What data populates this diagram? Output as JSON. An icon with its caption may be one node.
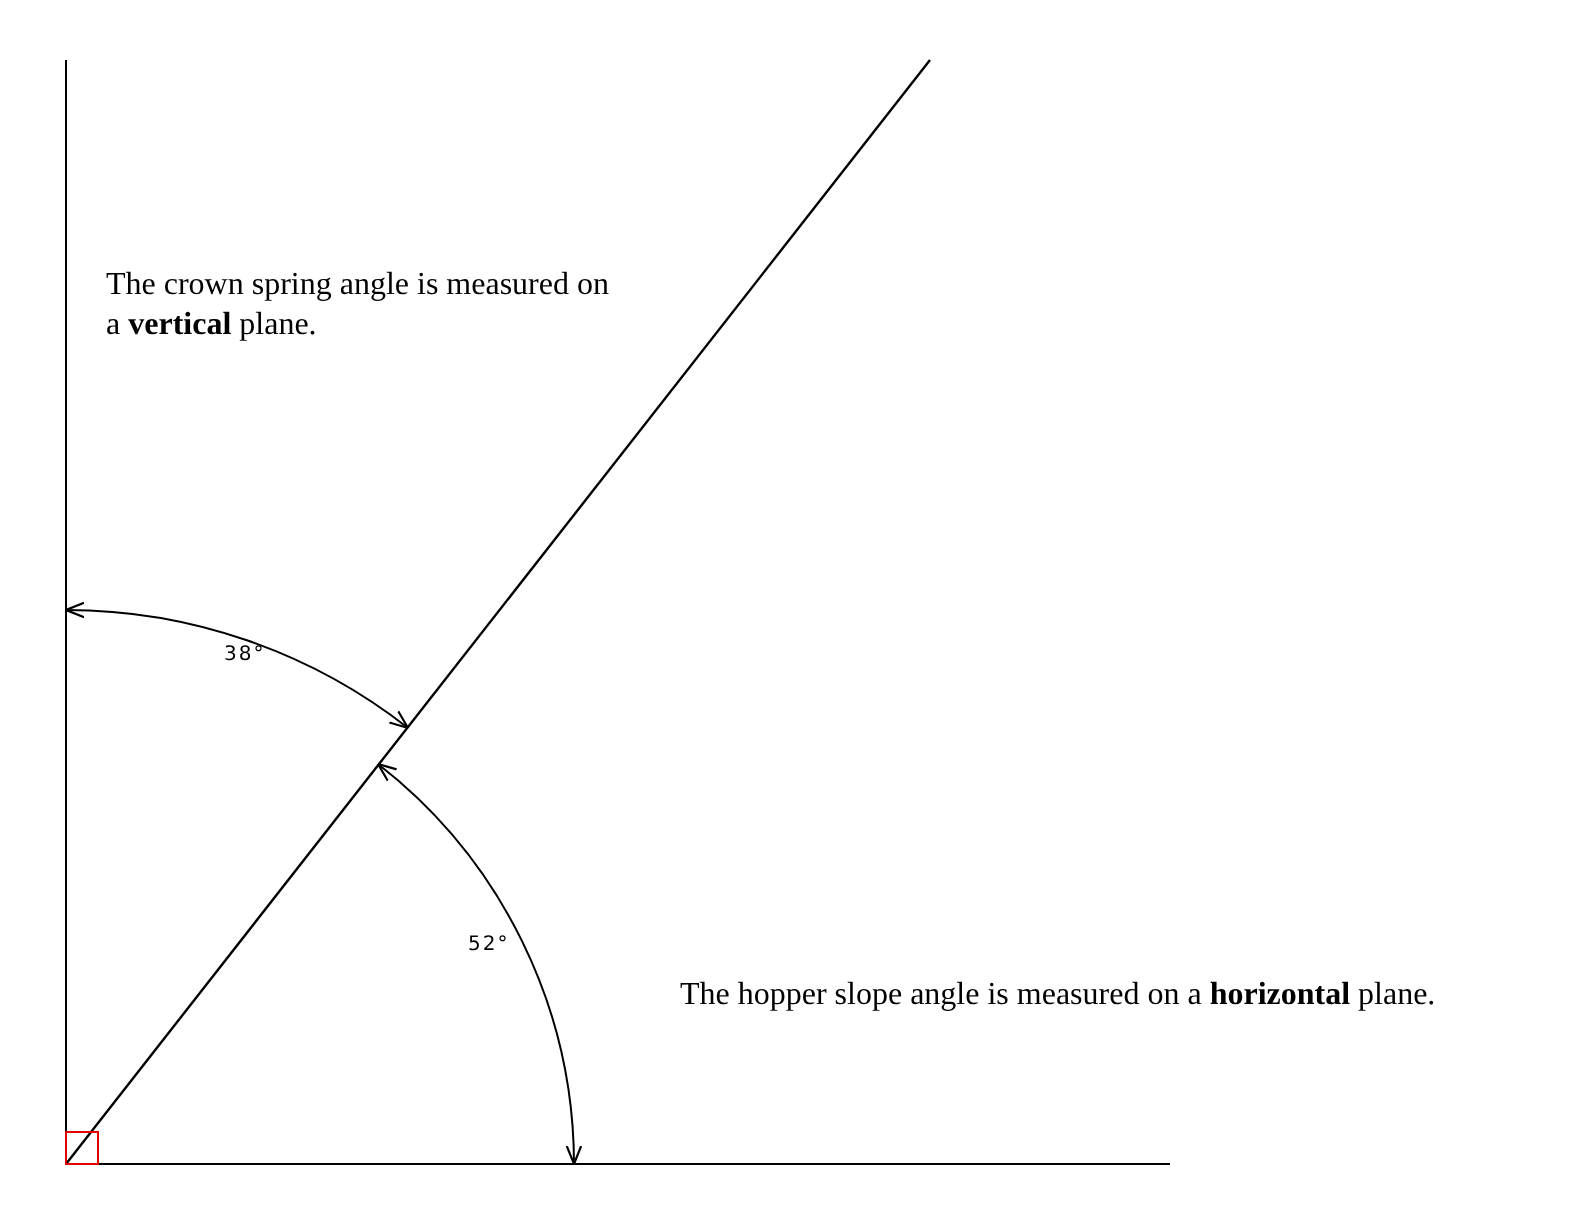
{
  "diagram": {
    "labels": [
      "The crown spring angle is measured on a **vertical** plane.",
      "38°",
      "52°",
      "The hopper slope angle is measured on a **horizontal** plane."
    ]
  }
}
